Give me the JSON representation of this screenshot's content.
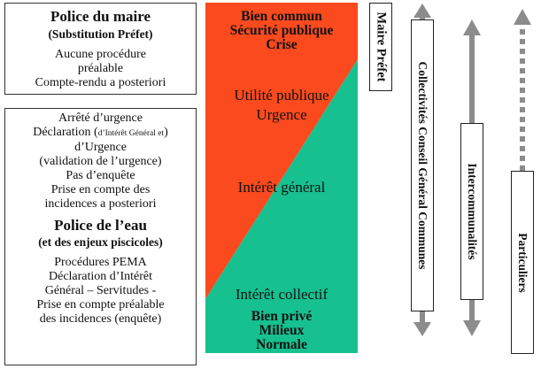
{
  "left_top_box": {
    "title": "Police du maire",
    "subtitle": "(Substitution Préfet)",
    "lines": [
      "Aucune procédure",
      "préalable",
      "Compte-rendu a posteriori"
    ]
  },
  "left_bottom_box": {
    "lines_a": [
      "Arrêté d’urgence"
    ],
    "declaration_main": "Déclaration (",
    "declaration_small": "d’Intérêt Général et",
    "declaration_close": ")",
    "lines_b": [
      "d’Urgence",
      "(validation de l’urgence)",
      "Pas d’enquête",
      "Prise en compte des",
      "incidences a posteriori"
    ],
    "title": "Police de l’eau",
    "subtitle": "(et des enjeux piscicoles)",
    "lines_c": [
      "Procédures PEMA",
      "Déclaration d’Intérêt",
      "Général – Servitudes -",
      "Prise en compte préalable",
      "des incidences (enquête)"
    ]
  },
  "center": {
    "top_labels": [
      "Bien commun",
      "Sécurité publique",
      "Crise"
    ],
    "utilite": [
      "Utilité publique",
      "Urgence"
    ],
    "interet_general": "Intérêt général",
    "interet_collectif": "Intérêt collectif",
    "bottom_labels": [
      "Bien privé",
      "Milieux",
      "Normale"
    ],
    "colors": {
      "red": "#fa4a1e",
      "green": "#17c08f"
    }
  },
  "right_labels": {
    "maire_prefet": "Maire Préfet",
    "collectivites": "Collectivités Conseil Général Communes",
    "intercommunalites": "Intercommunalités",
    "particuliers": "Particuliers"
  },
  "arrow_color": "#8c8c8c"
}
